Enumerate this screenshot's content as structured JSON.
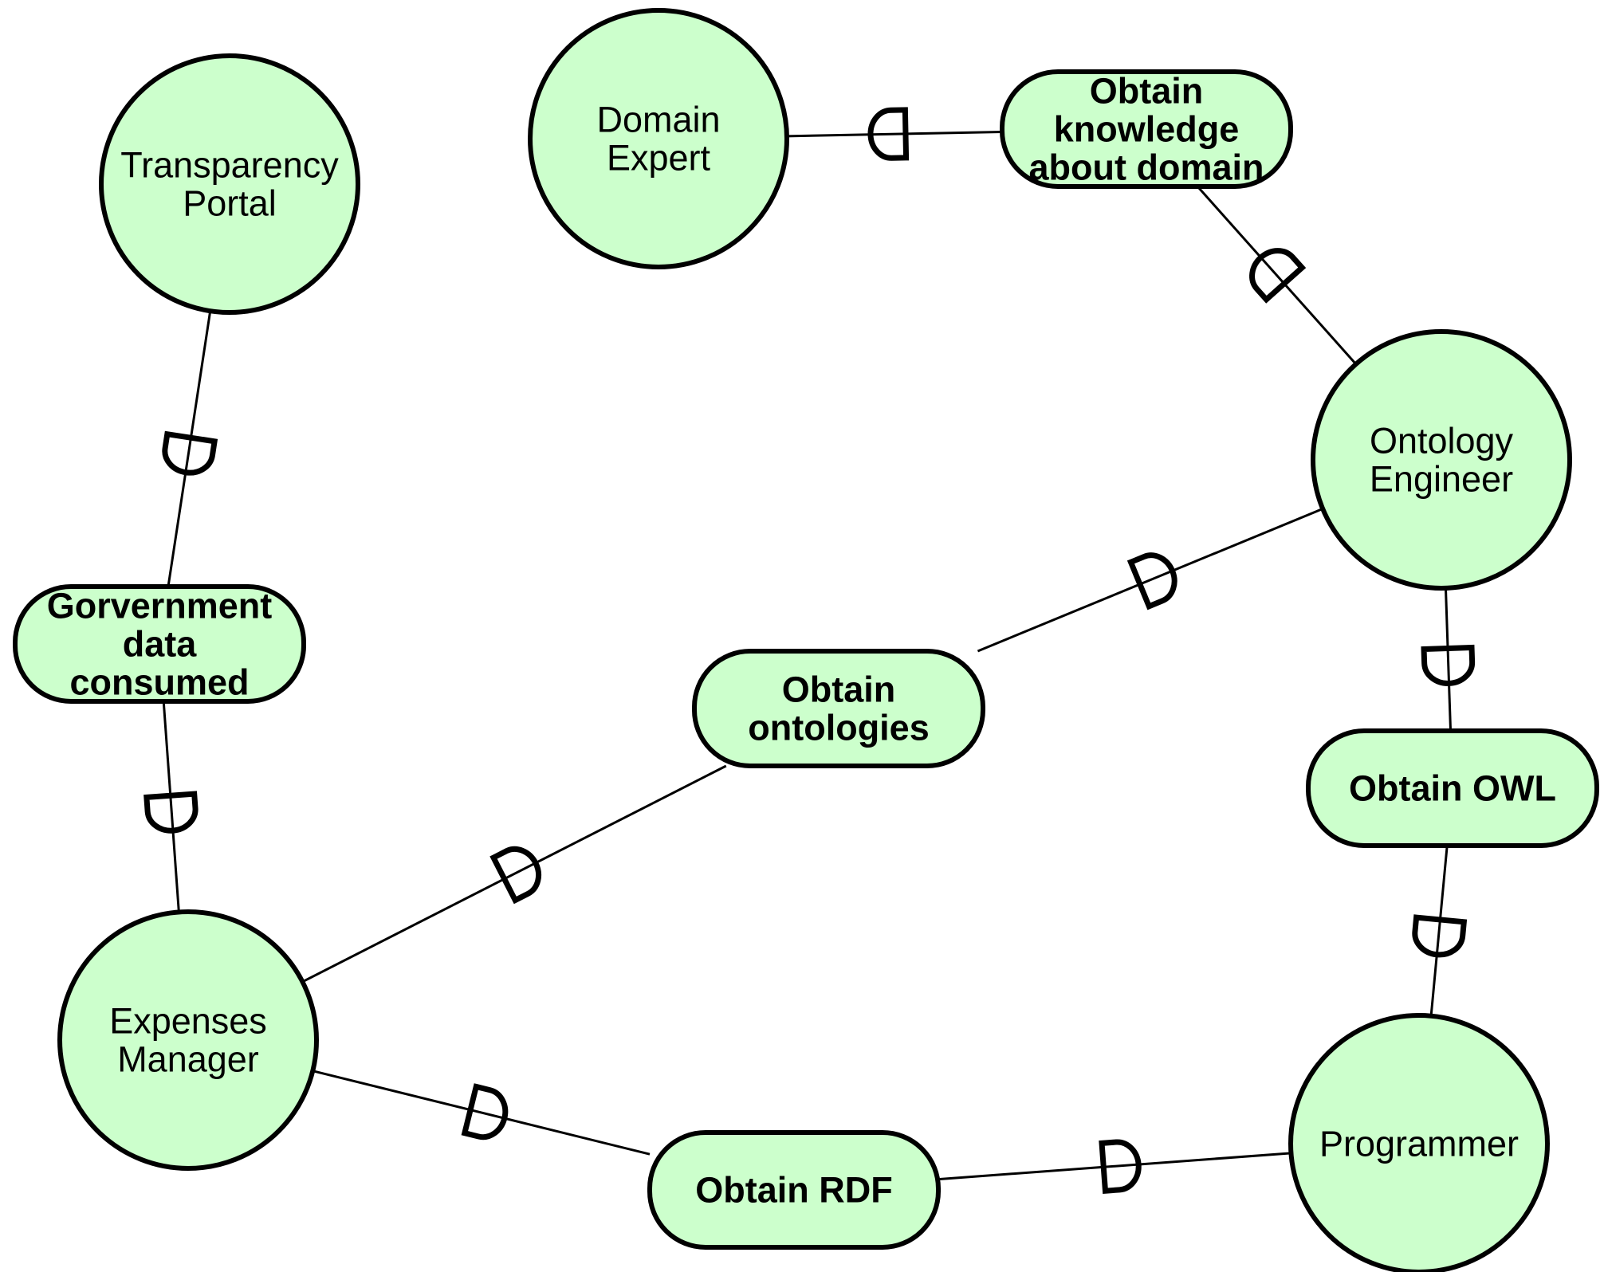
{
  "colors": {
    "node_fill": "#ccffcc",
    "stroke": "#000000",
    "background": "#ffffff"
  },
  "actors": [
    {
      "id": "transparency-portal",
      "lines": [
        "Transparency",
        "Portal"
      ]
    },
    {
      "id": "domain-expert",
      "lines": [
        "Domain",
        "Expert"
      ]
    },
    {
      "id": "ontology-engineer",
      "lines": [
        "Ontology",
        "Engineer"
      ]
    },
    {
      "id": "expenses-manager",
      "lines": [
        "Expenses",
        "Manager"
      ]
    },
    {
      "id": "programmer",
      "lines": [
        "Programmer"
      ]
    }
  ],
  "dependums": [
    {
      "id": "obtain-knowledge",
      "lines": [
        "Obtain",
        "knowledge",
        "about domain"
      ]
    },
    {
      "id": "government-data",
      "lines": [
        "Gorvernment",
        "data",
        "consumed"
      ]
    },
    {
      "id": "obtain-ontologies",
      "lines": [
        "Obtain",
        "ontologies"
      ]
    },
    {
      "id": "obtain-owl",
      "lines": [
        "Obtain OWL"
      ]
    },
    {
      "id": "obtain-rdf",
      "lines": [
        "Obtain RDF"
      ]
    }
  ],
  "dependencies": [
    {
      "from": "obtain-knowledge",
      "to": "domain-expert",
      "marker": "D"
    },
    {
      "from": "ontology-engineer",
      "to": "obtain-knowledge",
      "marker": "D"
    },
    {
      "from": "transparency-portal",
      "to": "government-data",
      "marker": "D"
    },
    {
      "from": "government-data",
      "to": "expenses-manager",
      "marker": "D"
    },
    {
      "from": "obtain-ontologies",
      "to": "ontology-engineer",
      "marker": "D"
    },
    {
      "from": "expenses-manager",
      "to": "obtain-ontologies",
      "marker": "D"
    },
    {
      "from": "ontology-engineer",
      "to": "obtain-owl",
      "marker": "D"
    },
    {
      "from": "obtain-owl",
      "to": "programmer",
      "marker": "D"
    },
    {
      "from": "expenses-manager",
      "to": "obtain-rdf",
      "marker": "D"
    },
    {
      "from": "obtain-rdf",
      "to": "programmer",
      "marker": "D"
    }
  ]
}
